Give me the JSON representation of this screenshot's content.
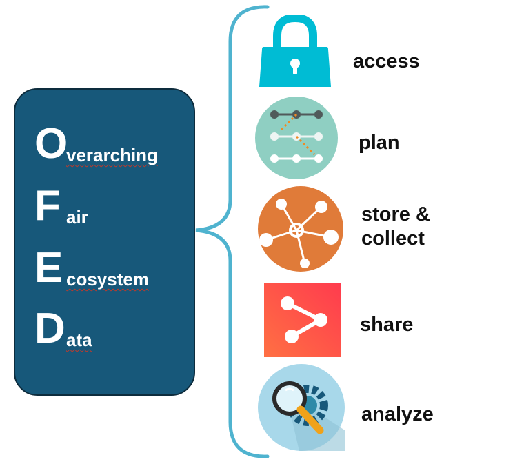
{
  "acronym": {
    "rows": [
      {
        "letter": "O",
        "word": "verarching"
      },
      {
        "letter": "F",
        "word": "air"
      },
      {
        "letter": "E",
        "word": "cosystem"
      },
      {
        "letter": "D",
        "word": "ata"
      }
    ]
  },
  "stages": [
    {
      "label": "access",
      "icon": "padlock-icon"
    },
    {
      "label": "plan",
      "icon": "timeline-plan-icon"
    },
    {
      "label": "store &\ncollect",
      "icon": "network-hub-icon"
    },
    {
      "label": "share",
      "icon": "share-icon"
    },
    {
      "label": "analyze",
      "icon": "magnifier-gear-icon"
    }
  ],
  "colors": {
    "panel": "#17587a",
    "brace": "#4fb3cf",
    "access": "#00bcd4",
    "plan": "#8fcfc2",
    "store": "#e07b39",
    "share": "#f5504a",
    "analyze": "#a8d8ea"
  }
}
